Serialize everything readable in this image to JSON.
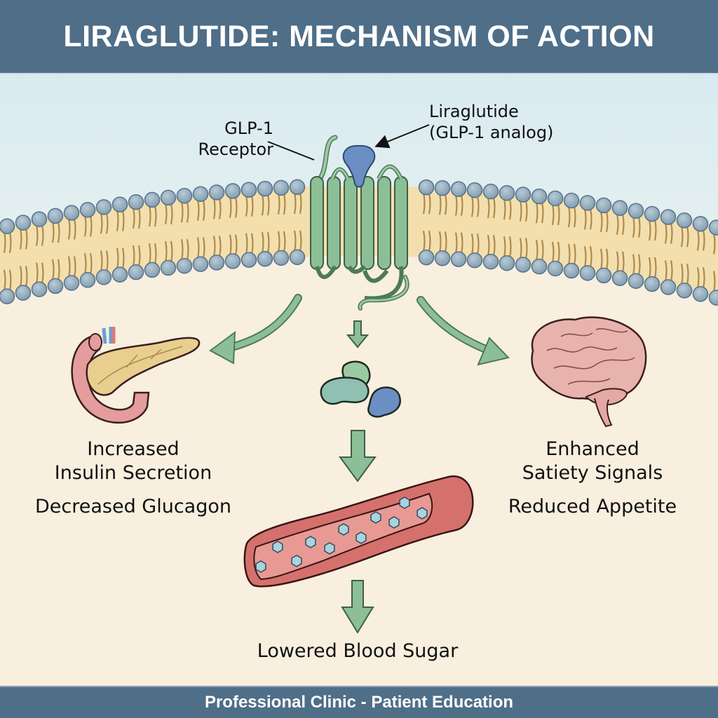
{
  "header": {
    "title": "LIRAGLUTIDE: MECHANISM OF ACTION"
  },
  "labels": {
    "receptor": [
      "GLP-1",
      "Receptor"
    ],
    "drug": [
      "Liraglutide",
      "(GLP-1 analog)"
    ],
    "pancreas_effect_1": [
      "Increased",
      "Insulin Secretion"
    ],
    "pancreas_effect_2": "Decreased Glucagon",
    "brain_effect_1": [
      "Enhanced",
      "Satiety Signals"
    ],
    "brain_effect_2": "Reduced Appetite",
    "outcome": "Lowered Blood Sugar"
  },
  "icons": {
    "receptor": "gpcr-receptor-icon",
    "drug": "liraglutide-molecule-icon",
    "pancreas": "pancreas-icon",
    "brain": "brain-icon",
    "signaling": "signaling-proteins-icon",
    "vessel": "blood-vessel-icon"
  },
  "colors": {
    "header_bg": "#4f6e88",
    "arrow_green": "#8dbf97",
    "membrane_head": "#8fa9bb",
    "receptor_green": "#8dbf97",
    "drug_blue": "#6b8fc2",
    "vessel_red": "#d5716d"
  },
  "footer": {
    "text": "Professional Clinic - Patient Education"
  }
}
